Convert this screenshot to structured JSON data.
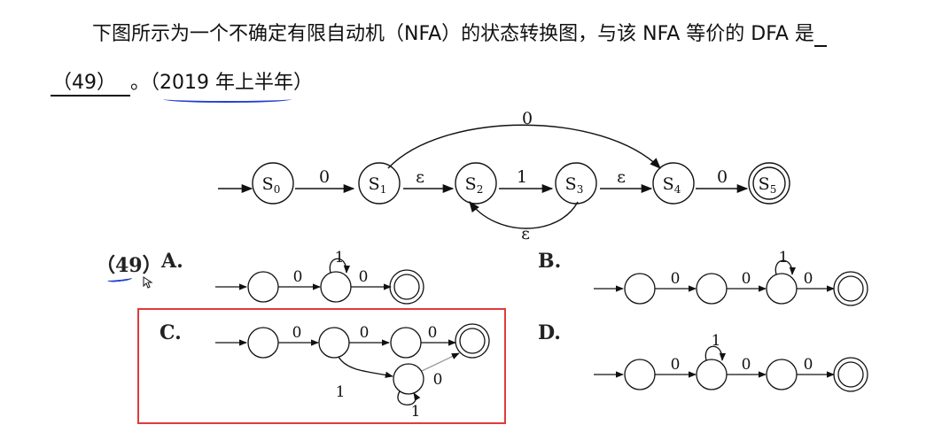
{
  "question": {
    "line1": "下图所示为一个不确定有限自动机（NFA）的状态转换图，与该 NFA 等价的 DFA 是",
    "blank_number": "（49）",
    "after_blank": "。（",
    "year": "2019 年上半年",
    "close": "）"
  },
  "nfa": {
    "states": [
      "S0",
      "S1",
      "S2",
      "S3",
      "S4",
      "S5"
    ],
    "state_labels": [
      {
        "base": "S",
        "sub": "0"
      },
      {
        "base": "S",
        "sub": "1"
      },
      {
        "base": "S",
        "sub": "2"
      },
      {
        "base": "S",
        "sub": "3"
      },
      {
        "base": "S",
        "sub": "4"
      },
      {
        "base": "S",
        "sub": "5"
      }
    ],
    "final_state": "S5",
    "transitions": [
      {
        "from": "S0",
        "to": "S1",
        "label": "0"
      },
      {
        "from": "S1",
        "to": "S2",
        "label": "ε"
      },
      {
        "from": "S2",
        "to": "S3",
        "label": "1"
      },
      {
        "from": "S3",
        "to": "S4",
        "label": "ε"
      },
      {
        "from": "S4",
        "to": "S5",
        "label": "0"
      },
      {
        "from": "S1",
        "to": "S4",
        "label": "0"
      },
      {
        "from": "S3",
        "to": "S2",
        "label": "ε"
      }
    ]
  },
  "options": {
    "question_number": "（49）",
    "A": {
      "label": "A.",
      "edge_labels": [
        "0",
        "1",
        "0"
      ]
    },
    "B": {
      "label": "B.",
      "edge_labels": [
        "0",
        "0",
        "1",
        "0"
      ]
    },
    "C": {
      "label": "C.",
      "edge_labels": [
        "0",
        "0",
        "0",
        "1",
        "0",
        "1"
      ]
    },
    "D": {
      "label": "D.",
      "edge_labels": [
        "0",
        "1",
        "0",
        "0"
      ]
    }
  },
  "colors": {
    "text": "#111111",
    "annotation_blue": "#2340d0",
    "highlight_red": "#e03a3a"
  }
}
